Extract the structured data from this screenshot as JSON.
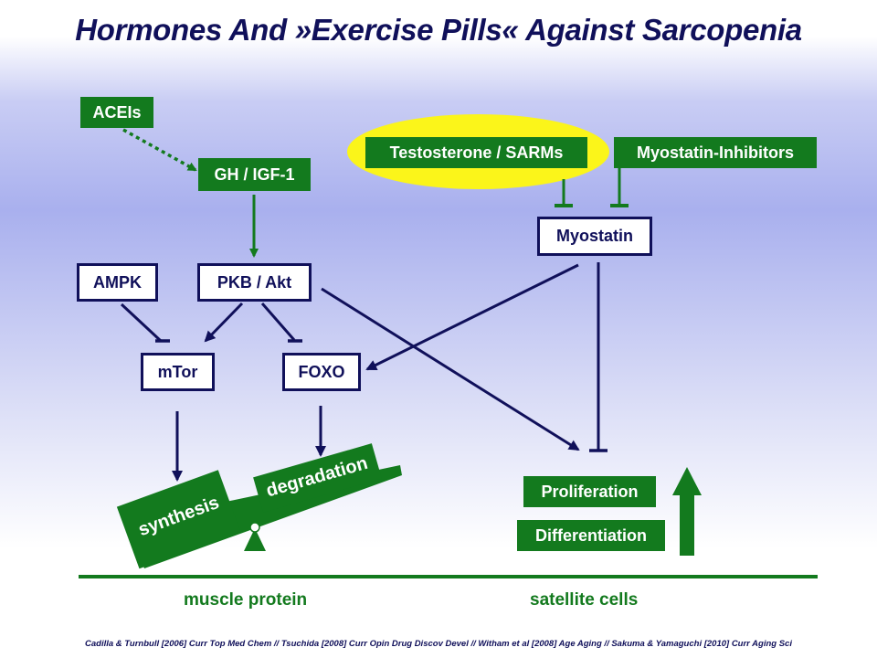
{
  "title": "Hormones And »Exercise Pills« Against Sarcopenia",
  "nodes": {
    "acei": "ACEIs",
    "gh": "GH / IGF-1",
    "testosterone": "Testosterone / SARMs",
    "myostatin_inhibitors": "Myostatin-Inhibitors",
    "myostatin": "Myostatin",
    "ampk": "AMPK",
    "pkb": "PKB / Akt",
    "mtor": "mTor",
    "foxo": "FOXO",
    "synthesis": "synthesis",
    "degradation": "degradation",
    "proliferation": "Proliferation",
    "differentiation": "Differentiation"
  },
  "labels": {
    "muscle_protein": "muscle protein",
    "satellite_cells": "satellite cells"
  },
  "references": "Cadilla & Turnbull [2006] Curr Top Med Chem // Tsuchida [2008] Curr Opin Drug Discov Devel // Witham et al [2008] Age Aging // Sakuma & Yamaguchi [2010] Curr Aging Sci",
  "colors": {
    "green": "#137a1e",
    "navy": "#10105a",
    "highlight": "#fbf51a"
  }
}
